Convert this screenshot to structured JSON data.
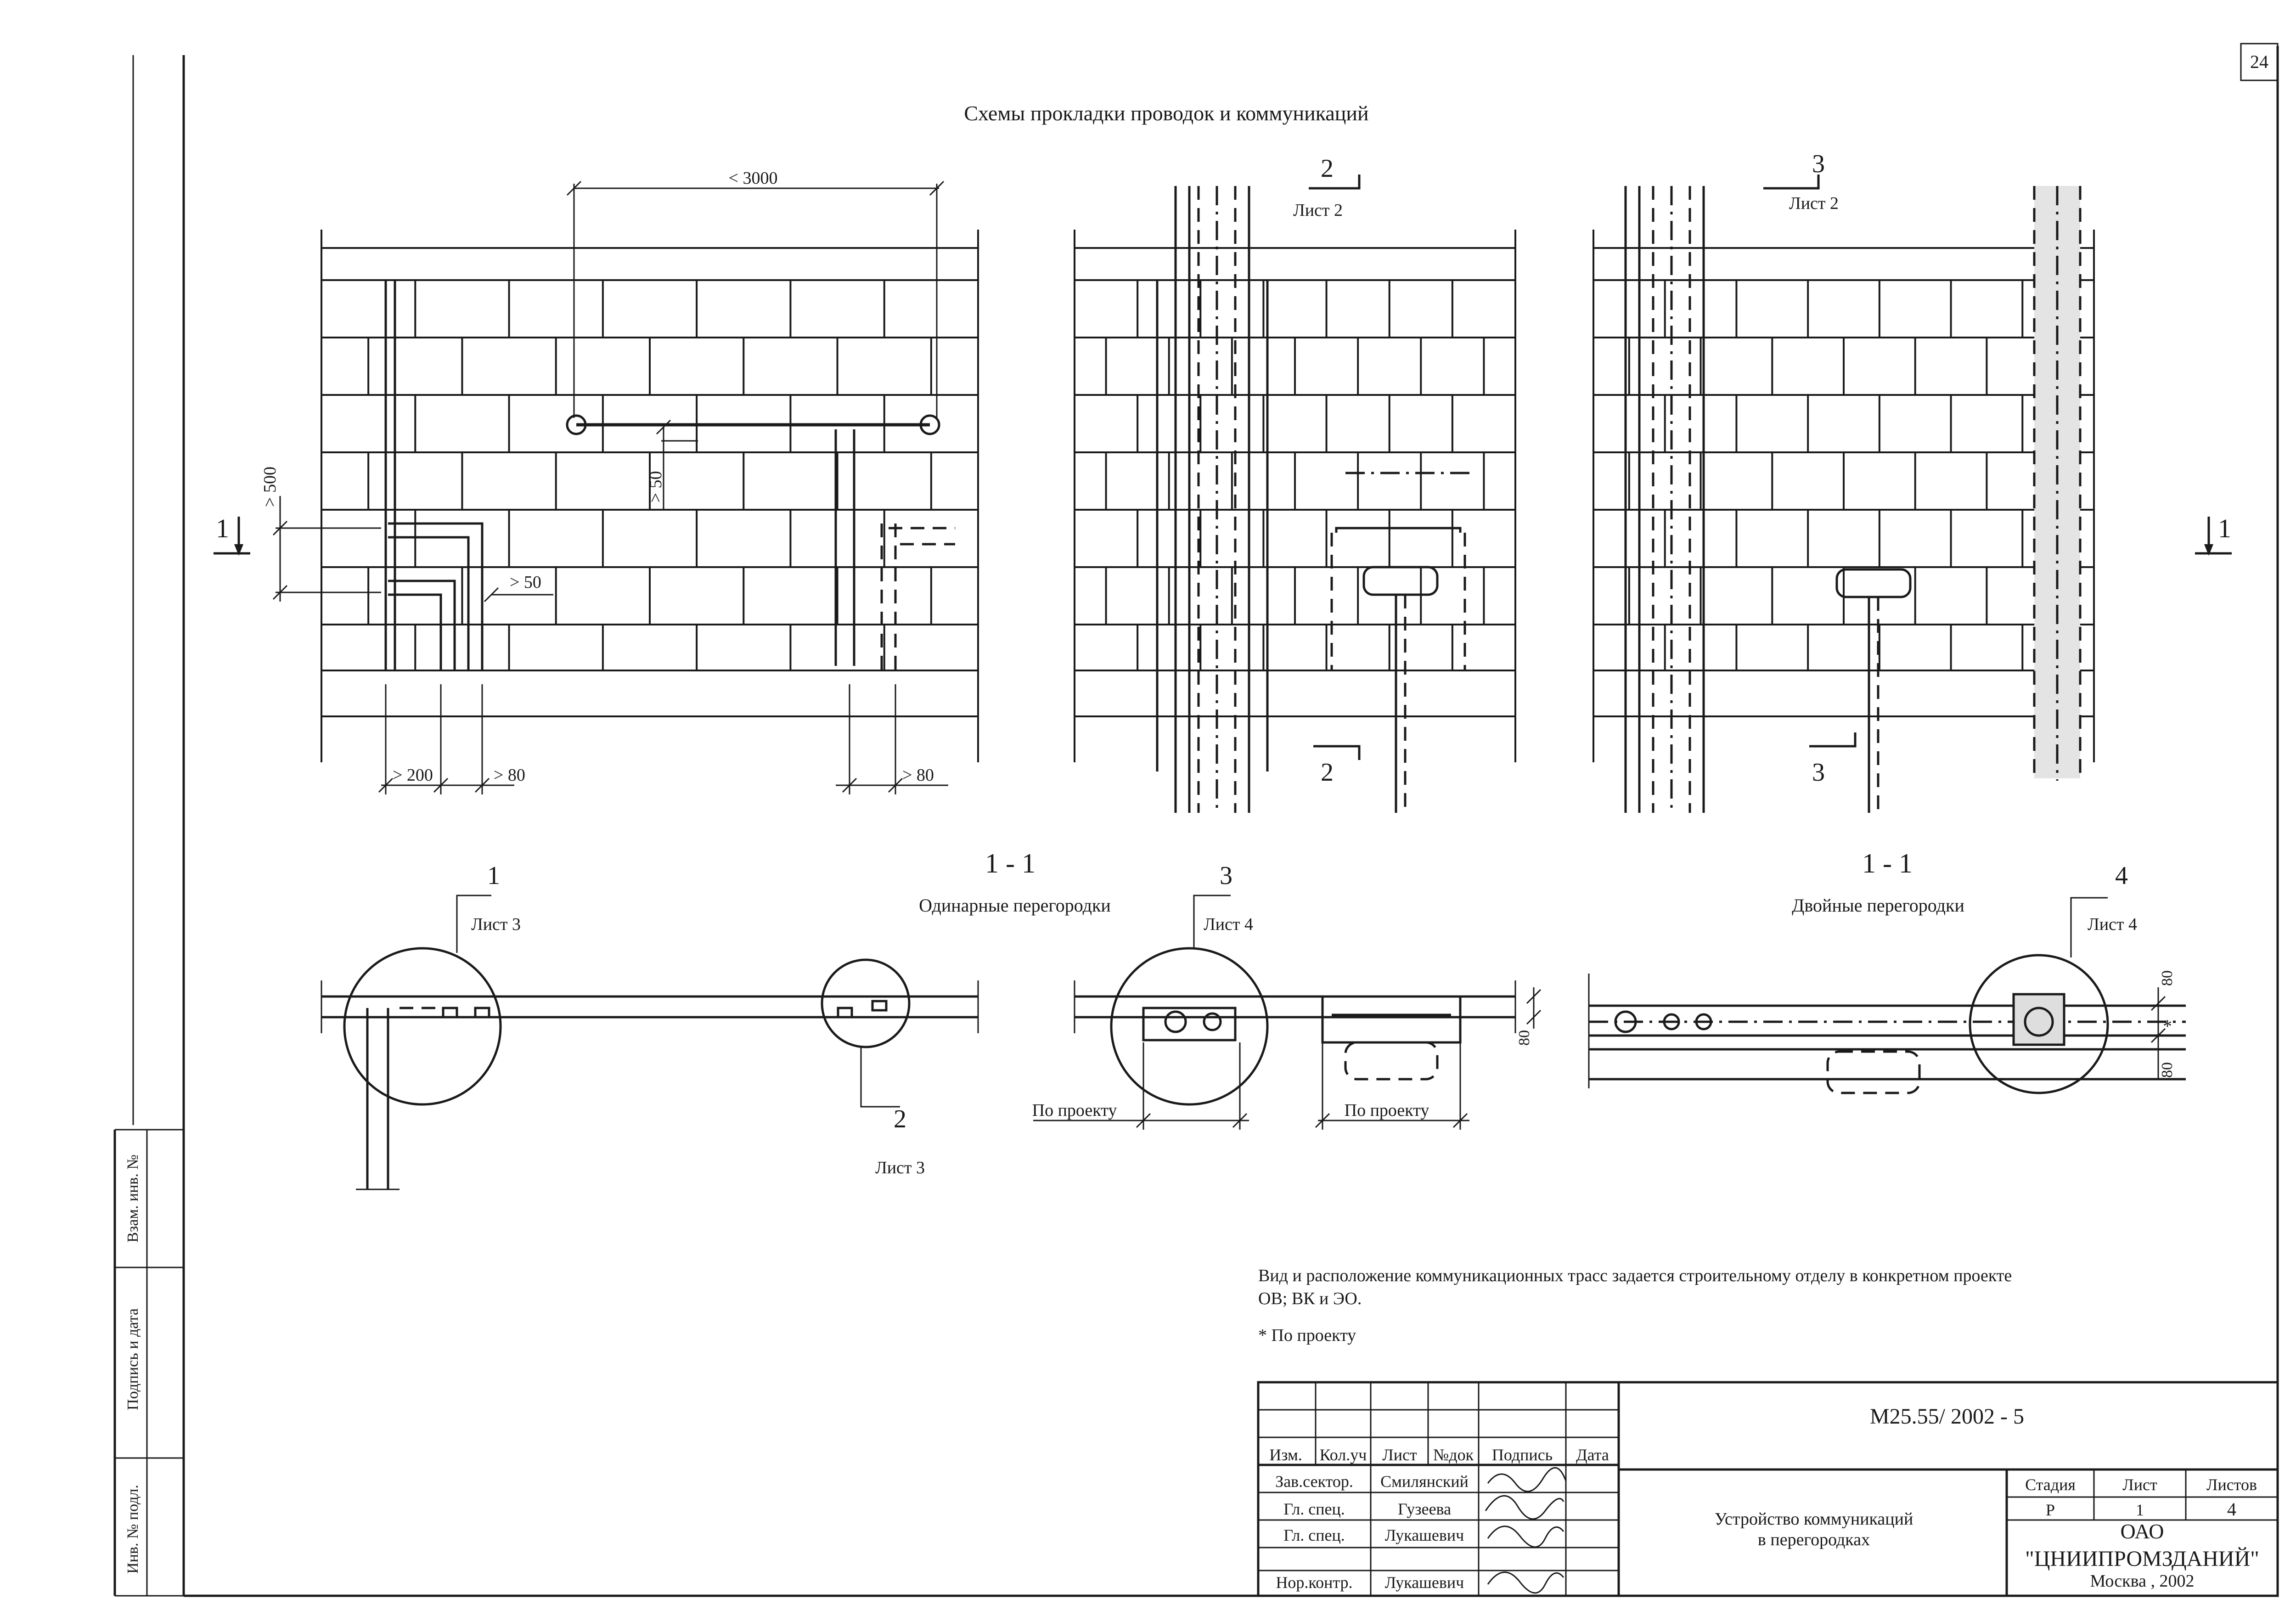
{
  "page": {
    "sheet_corner_number": "24",
    "title": "Схемы прокладки проводок и коммуникаций"
  },
  "elevations": {
    "dim_top": "< 3000",
    "dim_left_vertical": "> 500",
    "dim_inner_vertical": "> 50",
    "dim_side": "> 50",
    "dim_bottom_1": "> 200",
    "dim_bottom_2": "> 80",
    "dim_bottom_3": "> 80",
    "cut_left": "1",
    "cut_right": "1",
    "mark_2_top": "2",
    "mark_2_top_sheet": "Лист 2",
    "mark_2_bottom": "2",
    "mark_3_top": "3",
    "mark_3_top_sheet": "Лист 2",
    "mark_3_bottom": "3"
  },
  "sections": {
    "single_title": "1 - 1",
    "single_subtitle": "Одинарные перегородки",
    "double_title": "1 - 1",
    "double_subtitle": "Двойные перегородки",
    "callout_1": "1",
    "callout_1_sheet": "Лист 3",
    "callout_2": "2",
    "callout_2_sheet": "Лист 3",
    "callout_3": "3",
    "callout_3_sheet": "Лист 4",
    "callout_4": "4",
    "callout_4_sheet": "Лист 4",
    "by_project_1": "По проекту",
    "by_project_2": "По проекту",
    "dim_80_a": "80",
    "dim_80_b": "80",
    "dim_80_c": "80",
    "asterisk": "*"
  },
  "notes": {
    "line1": "Вид и расположение коммуникационных трасс задается строительному отделу в конкретном проекте",
    "line2": "ОВ; ВК и ЭО.",
    "line3": "* По проекту"
  },
  "margin_stamp": {
    "vzam": "Взам. инв. №",
    "podp": "Подпись и дата",
    "inv": "Инв. № подл."
  },
  "title_block": {
    "doc_code": "М25.55/ 2002 - 5",
    "headers": [
      "Изм.",
      "Кол.уч",
      "Лист",
      "№док",
      "Подпись",
      "Дата"
    ],
    "rows": [
      {
        "role": "Зав.сектор.",
        "name": "Смилянский"
      },
      {
        "role": "Гл. спец.",
        "name": "Гузеева"
      },
      {
        "role": "Гл. спец.",
        "name": "Лукашевич"
      },
      {
        "role": "Нор.контр.",
        "name": "Лукашевич"
      }
    ],
    "name_line1": "Устройство коммуникаций",
    "name_line2": "в перегородках",
    "stage_label": "Стадия",
    "sheet_label": "Лист",
    "sheets_label": "Листов",
    "stage_value": "Р",
    "sheet_value": "1",
    "sheets_value": "4",
    "org1": "ОАО",
    "org2": "\"ЦНИИПРОМЗДАНИЙ\"",
    "org3": "Москва , 2002"
  }
}
